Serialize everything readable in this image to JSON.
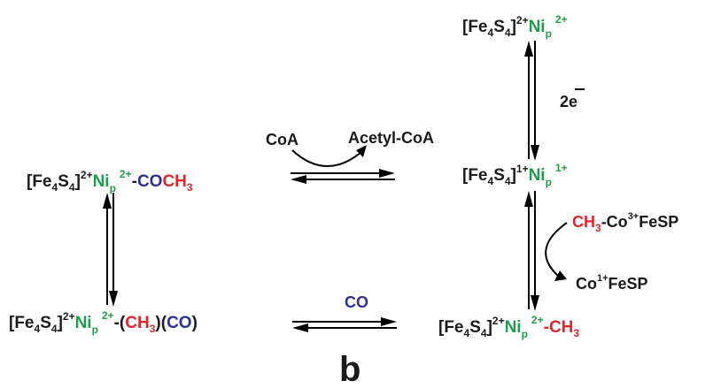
{
  "colors": {
    "black": "#1a1a1a",
    "green": "#1e9e4a",
    "red": "#e0262a",
    "blue": "#2e3192"
  },
  "species": {
    "top_right": {
      "bracket_open": "[Fe",
      "s4a": "4",
      "S": "S",
      "s4b": "4",
      "bracket_close": "]",
      "sup_charge": "2+",
      "ni": "Ni",
      "sub_p": "p",
      "sup_ni": "2+"
    },
    "mid_right": {
      "bracket_open": "[Fe",
      "s4a": "4",
      "S": "S",
      "s4b": "4",
      "bracket_close": "]",
      "sup_charge": "1+",
      "ni": "Ni",
      "sub_p": "p",
      "sup_ni": "1+"
    },
    "bottom_right": {
      "bracket_open": "[Fe",
      "s4a": "4",
      "S": "S",
      "s4b": "4",
      "bracket_close": "]",
      "sup_charge": "2+",
      "ni": "Ni",
      "sub_p": "p",
      "sup_ni": "2+",
      "dash": "-",
      "ch": "CH",
      "sub3": "3"
    },
    "mid_left": {
      "bracket_open": "[Fe",
      "s4a": "4",
      "S": "S",
      "s4b": "4",
      "bracket_close": "]",
      "sup_charge": "2+",
      "ni": "Ni",
      "sub_p": "p",
      "sup_ni": "2+",
      "dash": "-",
      "co": "CO",
      "ch": "CH",
      "sub3": "3"
    },
    "bottom_left": {
      "bracket_open": "[Fe",
      "s4a": "4",
      "S": "S",
      "s4b": "4",
      "bracket_close": "]",
      "sup_charge": "2+",
      "ni": "Ni",
      "sub_p": "p",
      "sup_ni": "2+",
      "dash_paren": "-(",
      "ch": "CH",
      "sub3": "3",
      "mid_paren": ")(",
      "co": "CO",
      "end_paren": ")"
    }
  },
  "reagents": {
    "two_e": "2e",
    "coa": "CoA",
    "acetyl_coa": "Acetyl-CoA",
    "co": "CO",
    "ch3": "CH",
    "ch3_sub": "3",
    "co3_prefix": "-Co",
    "co3_sup": "3+",
    "co3_suffix": "FeSP",
    "co1_prefix": "Co",
    "co1_sup": "1+",
    "co1_suffix": "FeSP"
  },
  "panel_label": "b"
}
